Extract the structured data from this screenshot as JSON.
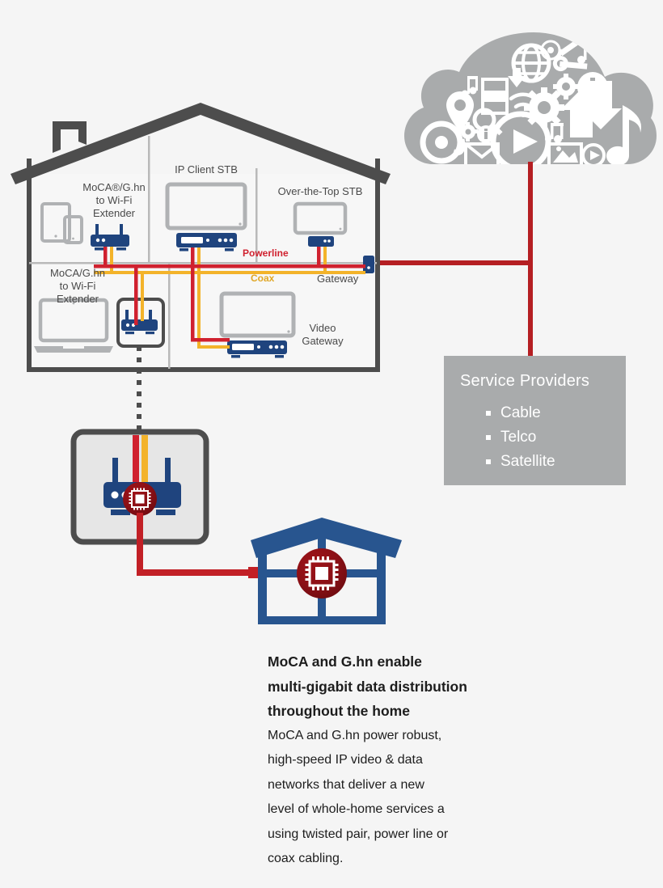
{
  "diagram": {
    "title": "MoCA and G.hn whole-home network diagram",
    "colors": {
      "powerline_red": "#d0212f",
      "coax_amber": "#f3b32a",
      "service_red": "#b51f23",
      "device_blue": "#1f447e",
      "house_outline": "#4d4d4d",
      "floor_divider": "#b9b9b9",
      "cloud_gray": "#a9abac",
      "screen_gray": "#b0b2b4",
      "chip_dark_red": "#8c1016",
      "box_fill": "#e6e6e6",
      "panel_gray": "#a9abac"
    }
  },
  "home": {
    "rooms": {
      "top_left": {
        "label": "MoCA®/G.hn\nto Wi-Fi\nExtender",
        "devices": [
          "tablet",
          "smartphone",
          "wifi-extender-router"
        ]
      },
      "top_middle": {
        "label": "IP Client STB",
        "devices": [
          "tv-screen",
          "set-top-box"
        ]
      },
      "top_right": {
        "label": "Over-the-Top STB",
        "devices": [
          "tv-screen",
          "small-set-top-box"
        ]
      },
      "bottom_left": {
        "label": "MoCA/G.hn\nto Wi-Fi\nExtender",
        "devices": [
          "laptop",
          "wifi-extender-router-highlighted"
        ]
      },
      "bottom_right": {
        "label": "Video\nGateway",
        "devices": [
          "tv-screen",
          "video-gateway-box"
        ]
      }
    },
    "gateway_label": "Gateway"
  },
  "wires": {
    "powerline_label": "Powerline",
    "coax_label": "Coax"
  },
  "service_providers": {
    "title": "Service Providers",
    "items": [
      "Cable",
      "Telco",
      "Satellite"
    ]
  },
  "cloud": {
    "name": "internet-services-cloud",
    "icons": [
      "globe-icon",
      "at-sign-icon",
      "wrench-screwdriver-icon",
      "music-note-icon",
      "film-strip-icon",
      "music-notes-icon",
      "download-arrow-icon",
      "info-icon",
      "wifi-icon",
      "gear-icon",
      "gear-small-icon",
      "map-pin-icon",
      "search-icon",
      "info-small-icon",
      "at-sign-large-icon",
      "envelope-icon",
      "play-circle-icon",
      "music-note-small-icon",
      "upload-arrow-icon",
      "download-arrow-large-icon",
      "photo-icon",
      "play-small-icon",
      "music-note-large-icon"
    ]
  },
  "callout": {
    "chip_icon_name": "moca-ghn-chip-icon",
    "house_icon_name": "whole-home-icon"
  },
  "caption": {
    "heading": [
      "MoCA and G.hn enable",
      "multi-gigabit data distribution",
      "throughout the home"
    ],
    "body": [
      "MoCA and G.hn power robust,",
      "high-speed IP video & data",
      "networks that deliver a new",
      "level of whole-home services a",
      "using twisted pair, power line or",
      "coax cabling."
    ]
  }
}
